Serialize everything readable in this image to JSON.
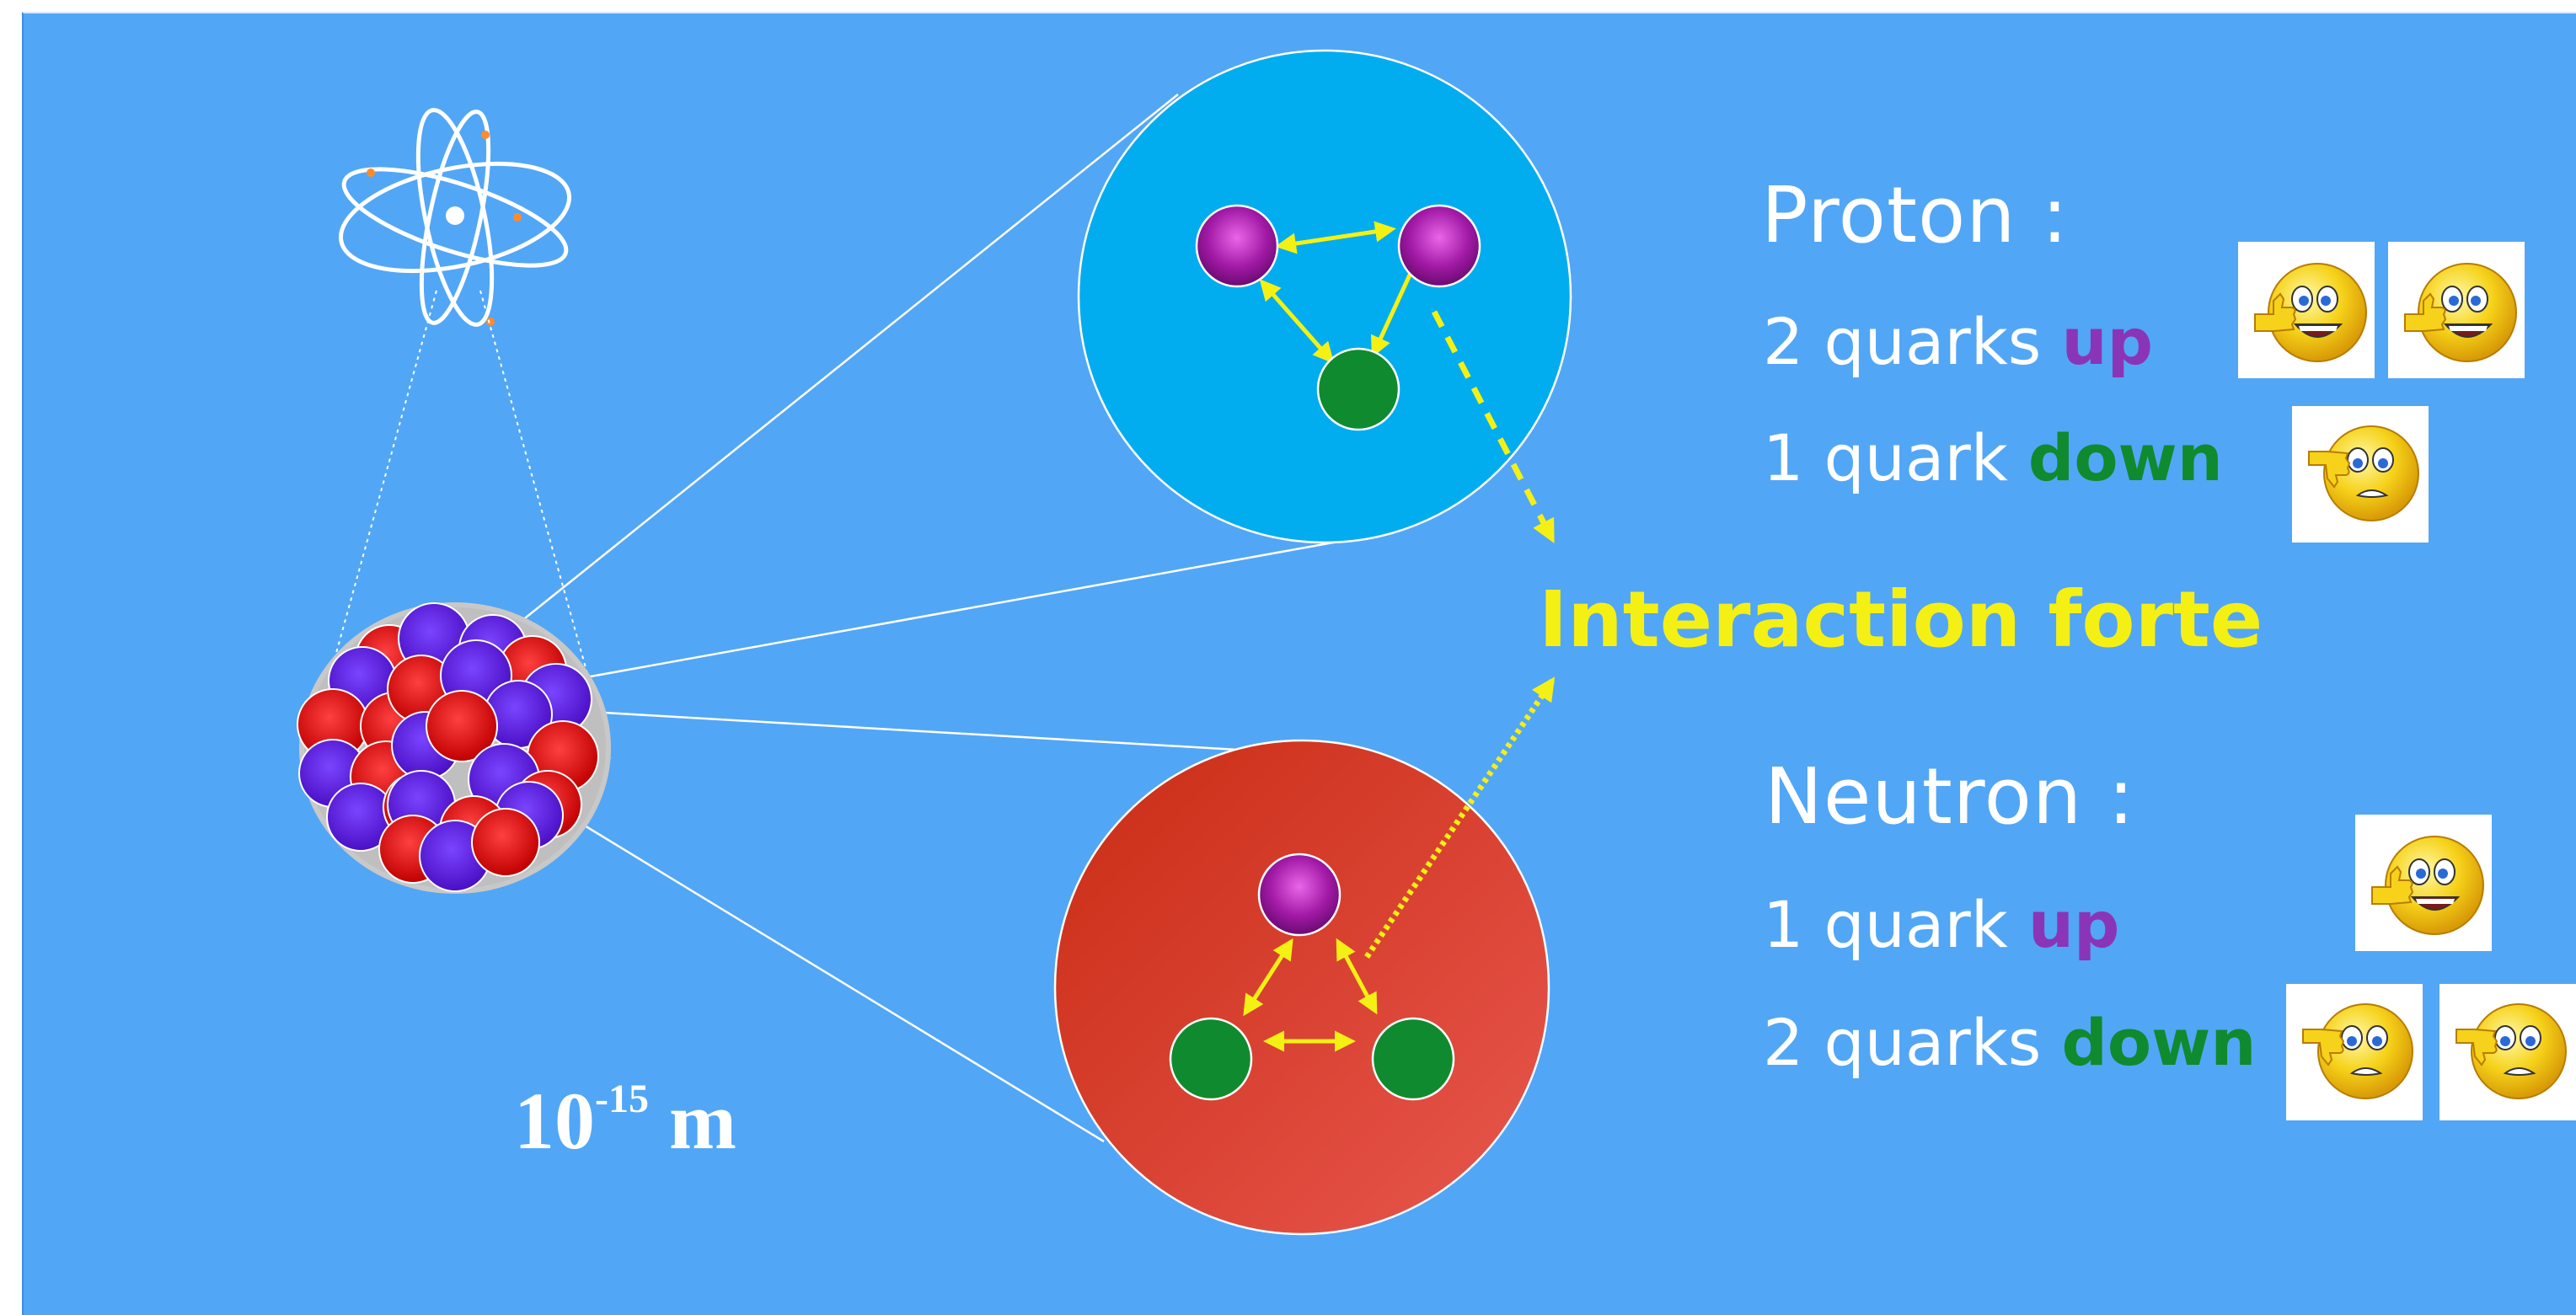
{
  "proton": {
    "title": "Proton :",
    "line1_prefix": "2 quarks ",
    "line1_flavor": "up",
    "line2_prefix": "1 quark ",
    "line2_flavor": "down"
  },
  "neutron": {
    "title": "Neutron :",
    "line1_prefix": "1 quark ",
    "line1_flavor": "up",
    "line2_prefix": "2 quarks ",
    "line2_flavor": "down"
  },
  "interaction_label": "Interaction forte",
  "scale": {
    "base": "10",
    "exponent": "-15",
    "unit": "m"
  },
  "icons": {
    "atom": "atom-icon",
    "thumbs_up": "smiley-thumbs-up-icon",
    "thumbs_down": "smiley-thumbs-down-icon"
  },
  "colors": {
    "background": "#52a6f6",
    "proton_circle": "#02adef",
    "neutron_circle": "#d9392b",
    "up_quark": "#8a35b8",
    "down_quark": "#0f8a2e",
    "interaction": "#f5f014",
    "nucleon_red": "#e01010",
    "nucleon_blue": "#5a17d6"
  }
}
